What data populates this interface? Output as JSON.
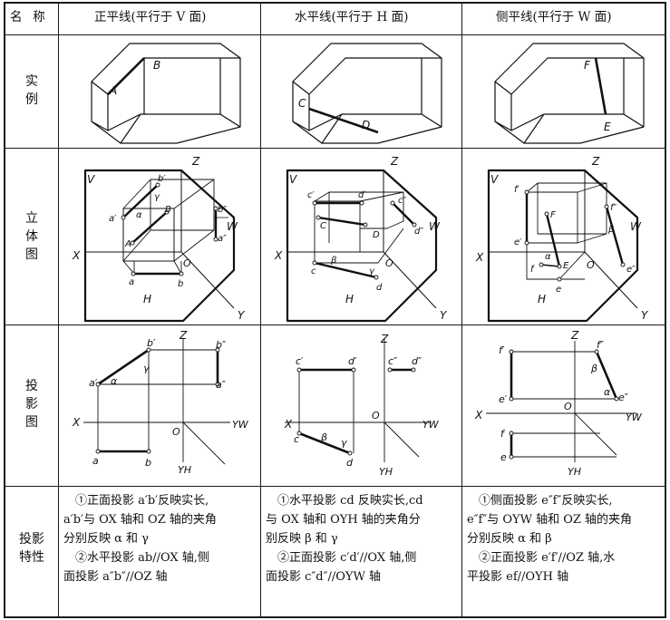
{
  "table": {
    "header": {
      "name_label": "名  称",
      "col1": "正平线(平行于 V 面)",
      "col2": "水平线(平行于 H 面)",
      "col3": "侧平线(平行于 W 面)"
    },
    "rows": {
      "example": [
        "实",
        "例"
      ],
      "solid": [
        "立",
        "体",
        "图"
      ],
      "projection": [
        "投",
        "影",
        "图"
      ],
      "property": [
        "投影",
        "特性"
      ]
    },
    "properties": {
      "col1": [
        "①正面投影 a′b′反映实长,",
        "a′b′与 OX 轴和 OZ 轴的夹角",
        "分别反映 α 和 γ",
        "②水平投影 ab//OX 轴,侧",
        "面投影 a″b″//OZ 轴"
      ],
      "col2": [
        "①水平投影 cd 反映实长,cd",
        "与 OX 轴和 OYH 轴的夹角分",
        "别反映 β 和 γ",
        "②正面投影 c′d′//OX 轴,侧",
        "面投影 c″d″//OYW 轴"
      ],
      "col3": [
        "①侧面投影 e″f″反映实长,",
        "e″f″与 OYW 轴和 OZ 轴的夹角",
        "分别反映 α 和 β",
        "②正面投影 e′f′//OZ 轴,水",
        "平投影 ef//OYH 轴"
      ]
    }
  },
  "labels": {
    "ex1": [
      "A",
      "B"
    ],
    "ex2": [
      "C",
      "D"
    ],
    "ex3": [
      "F",
      "E"
    ],
    "planes": [
      "V",
      "H",
      "W"
    ],
    "axes": [
      "X",
      "Y",
      "Z",
      "O"
    ],
    "s1": [
      "a′",
      "b′",
      "a″",
      "b″",
      "a",
      "b",
      "A",
      "B",
      "α",
      "γ"
    ],
    "s2": [
      "c′",
      "d′",
      "c″",
      "d″",
      "c",
      "d",
      "C",
      "D",
      "β",
      "γ"
    ],
    "s3": [
      "f′",
      "e′",
      "f″",
      "e″",
      "f",
      "e",
      "F",
      "E",
      "α",
      "β"
    ],
    "p1": [
      "a′",
      "b′",
      "a″",
      "b″",
      "a",
      "b",
      "α",
      "γ",
      "Z",
      "X",
      "O",
      "YW",
      "YH"
    ],
    "p2": [
      "c′",
      "d′",
      "c″",
      "d″",
      "c",
      "d",
      "β",
      "γ",
      "Z",
      "X",
      "O",
      "YW",
      "YH"
    ],
    "p3": [
      "f′",
      "e′",
      "f″",
      "e″",
      "f",
      "e",
      "α",
      "β",
      "Z",
      "X",
      "O",
      "YW",
      "YH"
    ]
  }
}
